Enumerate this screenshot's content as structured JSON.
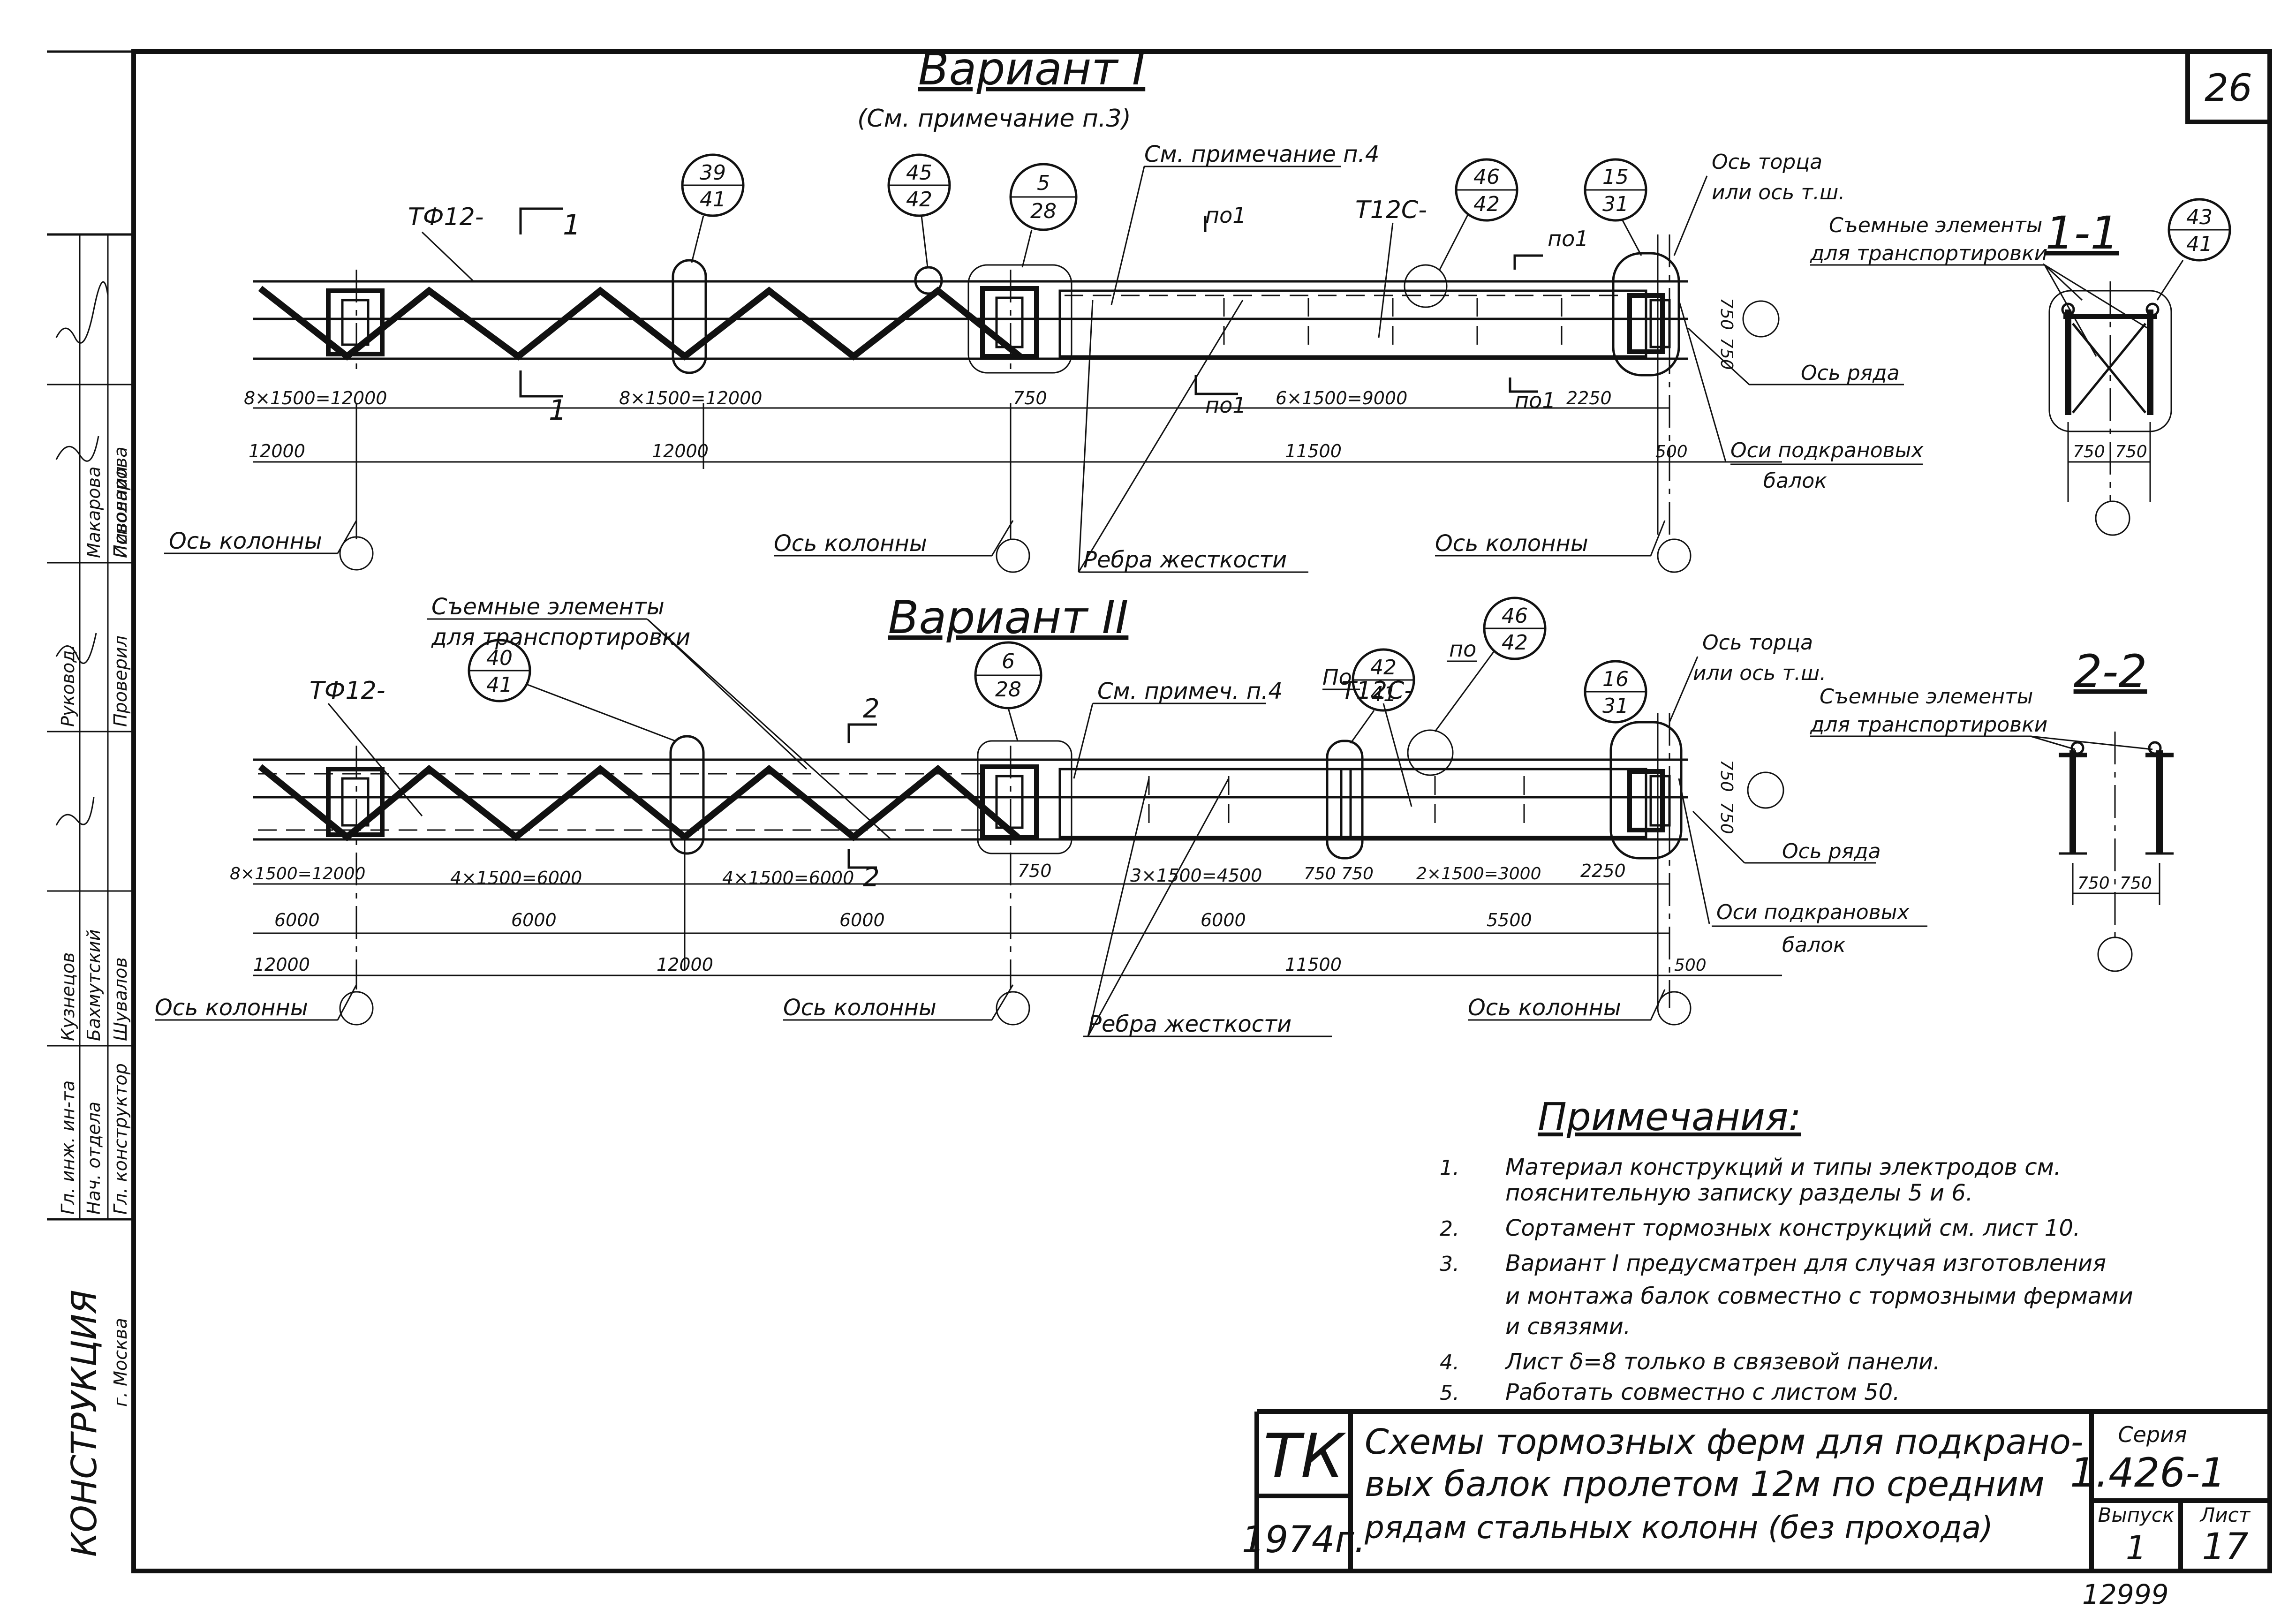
{
  "sheet": {
    "page_number": "26",
    "stamp_number": "12999"
  },
  "variant1": {
    "title": "Вариант I",
    "subtitle": "(См. примечание п.3)",
    "truss_mark": "ТФ12-",
    "beam_mark": "Т12С-",
    "note_ref": "См. примечание п.4",
    "bubbles": [
      {
        "top": "39",
        "bottom": "41"
      },
      {
        "top": "45",
        "bottom": "42"
      },
      {
        "top": "5",
        "bottom": "28"
      },
      {
        "top": "46",
        "bottom": "42"
      },
      {
        "top": "15",
        "bottom": "31"
      }
    ],
    "section_mark": "1",
    "po1_a": "по1",
    "po1_b": "по1",
    "po1_c": "по1",
    "po1_d": "по1",
    "dim_top_left": "8×1500=12000",
    "dim_top_mid": "8×1500=12000",
    "dim_750": "750",
    "dim_top_right": "6×1500=9000",
    "dim_2250": "2250",
    "dim_750a": "750",
    "dim_750b": "750",
    "dim_bot_1": "12000",
    "dim_bot_2": "12000",
    "dim_bot_3": "11500",
    "dim_500": "500",
    "axis_column_1": "Ось колонны",
    "axis_column_2": "Ось колонны",
    "axis_column_3": "Ось колонны",
    "stiffeners": "Ребра жесткости",
    "axis_end": "Ось торца",
    "axis_end_2": "или ось т.ш.",
    "axis_row": "Ось ряда",
    "crane_axes": "Оси подкрановых",
    "crane_axes_2": "балок",
    "removable": "Съемные элементы",
    "removable_2": "для транспортировки"
  },
  "section1": {
    "title": "1-1",
    "bubble": {
      "top": "43",
      "bottom": "41"
    },
    "dim_a": "750",
    "dim_b": "750"
  },
  "variant2": {
    "title": "Вариант II",
    "truss_mark": "ТФ12-",
    "beam_mark": "Т12С-",
    "note_ref": "См. примеч. п.4",
    "removable": "Съемные элементы",
    "removable_2": "для транспортировки",
    "bubbles": [
      {
        "top": "40",
        "bottom": "41"
      },
      {
        "top": "6",
        "bottom": "28"
      },
      {
        "top": "42",
        "bottom": "41"
      },
      {
        "top": "46",
        "bottom": "42"
      },
      {
        "top": "16",
        "bottom": "31"
      }
    ],
    "po_a": "По",
    "po_b": "по",
    "section_mark": "2",
    "dim_top_1": "8×1500=12000",
    "dim_top_2": "4×1500=6000",
    "dim_top_3": "4×1500=6000",
    "dim_750": "750",
    "dim_top_4": "3×1500=4500",
    "dim_750_750": "750 750",
    "dim_top_5": "2×1500=3000",
    "dim_2250": "2250",
    "dim_750a": "750",
    "dim_750b": "750",
    "dim_mid_1": "6000",
    "dim_mid_2": "6000",
    "dim_mid_3": "6000",
    "dim_mid_4": "6000",
    "dim_mid_5": "5500",
    "dim_bot_1": "12000",
    "dim_bot_2": "12000",
    "dim_bot_3": "11500",
    "dim_500": "500",
    "axis_column_1": "Ось колонны",
    "axis_column_2": "Ось колонны",
    "axis_column_3": "Ось колонны",
    "stiffeners": "Ребра жесткости",
    "axis_end": "Ось торца",
    "axis_end_2": "или ось т.ш.",
    "axis_row": "Ось ряда",
    "crane_axes": "Оси подкрановых",
    "crane_axes_2": "балок",
    "removable_r": "Съемные элементы",
    "removable_r2": "для транспортировки"
  },
  "section2": {
    "title": "2-2",
    "dim_a": "750",
    "dim_b": "750"
  },
  "notes": {
    "heading": "Примечания:",
    "items": [
      {
        "num": "1.",
        "lines": [
          "Материал конструкций и типы электродов см.",
          "пояснительную записку разделы 5 и 6."
        ]
      },
      {
        "num": "2.",
        "lines": [
          "Сортамент тормозных конструкций см. лист 10."
        ]
      },
      {
        "num": "3.",
        "lines": [
          "Вариант I предусматрен для случая изготовления",
          "и монтажа балок совместно с тормозными фермами",
          "и связями."
        ]
      },
      {
        "num": "4.",
        "lines": [
          "Лист δ=8 только в связевой панели."
        ]
      },
      {
        "num": "5.",
        "lines": [
          "Работать совместно с листом 50."
        ]
      }
    ]
  },
  "title_block": {
    "tk": "ТК",
    "year": "1974г.",
    "title_lines": [
      "Схемы тормозных ферм для подкрано-",
      "вых балок пролетом 12м по средним",
      "рядам стальных колонн (без прохода)"
    ],
    "series_label": "Серия",
    "series_value": "1.426-1",
    "issue_label": "Выпуск",
    "issue_value": "1",
    "sheet_label": "Лист",
    "sheet_value": "17"
  },
  "side_stamp": {
    "org": "КОНСТРУКЦИЯ",
    "city": "г. Москва",
    "roles": [
      "Гл. инж. ин-та",
      "Нач. отдела",
      "Гл. конструктор",
      "Проверил",
      "Исполнил",
      "Руковод."
    ],
    "names": [
      "Кузнецов",
      "Бахмутский",
      "Шувалов",
      "Макарова",
      "Пивоварова"
    ]
  }
}
